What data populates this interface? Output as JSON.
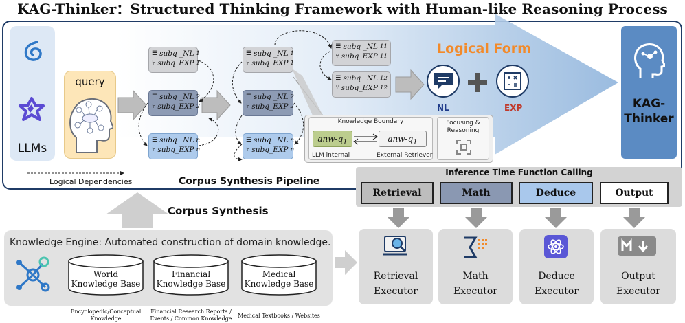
{
  "title": "KAG-Thinker：Structured Thinking  Framework with Human-like Reasoning Process",
  "pipeline": {
    "label": "Corpus Synthesis Pipeline",
    "llms_label": "LLMs",
    "query_label": "query",
    "level1": [
      {
        "nl": "subq _NL",
        "nl_sub": "1",
        "exp": "subq_EXP",
        "exp_sub": "1"
      },
      {
        "nl": "subq _NL",
        "nl_sub": "2",
        "exp": "subq_EXP",
        "exp_sub": "2"
      },
      {
        "nl": "subq _NL",
        "nl_sub": "n",
        "exp": "subq_EXP",
        "exp_sub": "n"
      }
    ],
    "level2": [
      {
        "nl": "subq _NL",
        "nl_sub": "1",
        "exp": "subq_EXP",
        "exp_sub": "1"
      },
      {
        "nl": "subq _NL",
        "nl_sub": "2",
        "exp": "subq_EXP",
        "exp_sub": "2"
      },
      {
        "nl": "subq _NL",
        "nl_sub": "n",
        "exp": "subq_EXP",
        "exp_sub": "n"
      }
    ],
    "level3": [
      {
        "nl": "subq _NL",
        "nl_sub": "11",
        "exp": "subq_EXP",
        "exp_sub": "11"
      },
      {
        "nl": "subq _NL",
        "nl_sub": "12",
        "exp": "subq_EXP",
        "exp_sub": "12"
      }
    ],
    "knowledge_boundary": {
      "title": "Knowledge Boundary",
      "left_term": "anw-q",
      "left_sub": "1",
      "right_term": "anw-q",
      "right_sub": "1",
      "left_caption": "LLM internal",
      "right_caption": "External Retriever"
    },
    "focusing_reasoning": "Focusing & Reasoning",
    "logical_form": "Logical Form",
    "nl_label": "NL",
    "exp_label": "EXP",
    "output_label": "KAG-\nThinker",
    "dependencies_label": "Logical Dependencies"
  },
  "function_calling": {
    "title": "Inference Time Function Calling",
    "tabs": [
      "Retrieval",
      "Math",
      "Deduce",
      "Output"
    ],
    "executors": [
      {
        "line1": "Retrieval",
        "line2": "Executor"
      },
      {
        "line1": "Math",
        "line2": "Executor"
      },
      {
        "line1": "Deduce",
        "line2": "Executor"
      },
      {
        "line1": "Output",
        "line2": "Executor"
      }
    ]
  },
  "corpus_synthesis": "Corpus Synthesis",
  "knowledge_engine": {
    "label": "Knowledge Engine: Automated construction of domain knowledge.",
    "bases": [
      {
        "line1": "World",
        "line2": "Knowledge Base",
        "source1": "Encyclopedic/Conceptual",
        "source2": "Knowledge"
      },
      {
        "line1": "Financial",
        "line2": "Knowledge Base",
        "source1": "Financial Research Reports /",
        "source2": "Events / Common Knowledge"
      },
      {
        "line1": "Medical",
        "line2": "Knowledge Base",
        "source1": "Medical Textbooks / Websites",
        "source2": ""
      }
    ]
  },
  "colors": {
    "frame": "#1f3b66",
    "kag_thinker": "#5b8bc3",
    "logical_form": "#f28a2a",
    "card_light": "#d2d3d6",
    "card_dark": "#8d9bb4",
    "card_blue": "#aecbec",
    "deduce_tab": "#a9c8ec",
    "math_tab": "#8a98b2",
    "retrieval_tab": "#bdbdbd"
  }
}
